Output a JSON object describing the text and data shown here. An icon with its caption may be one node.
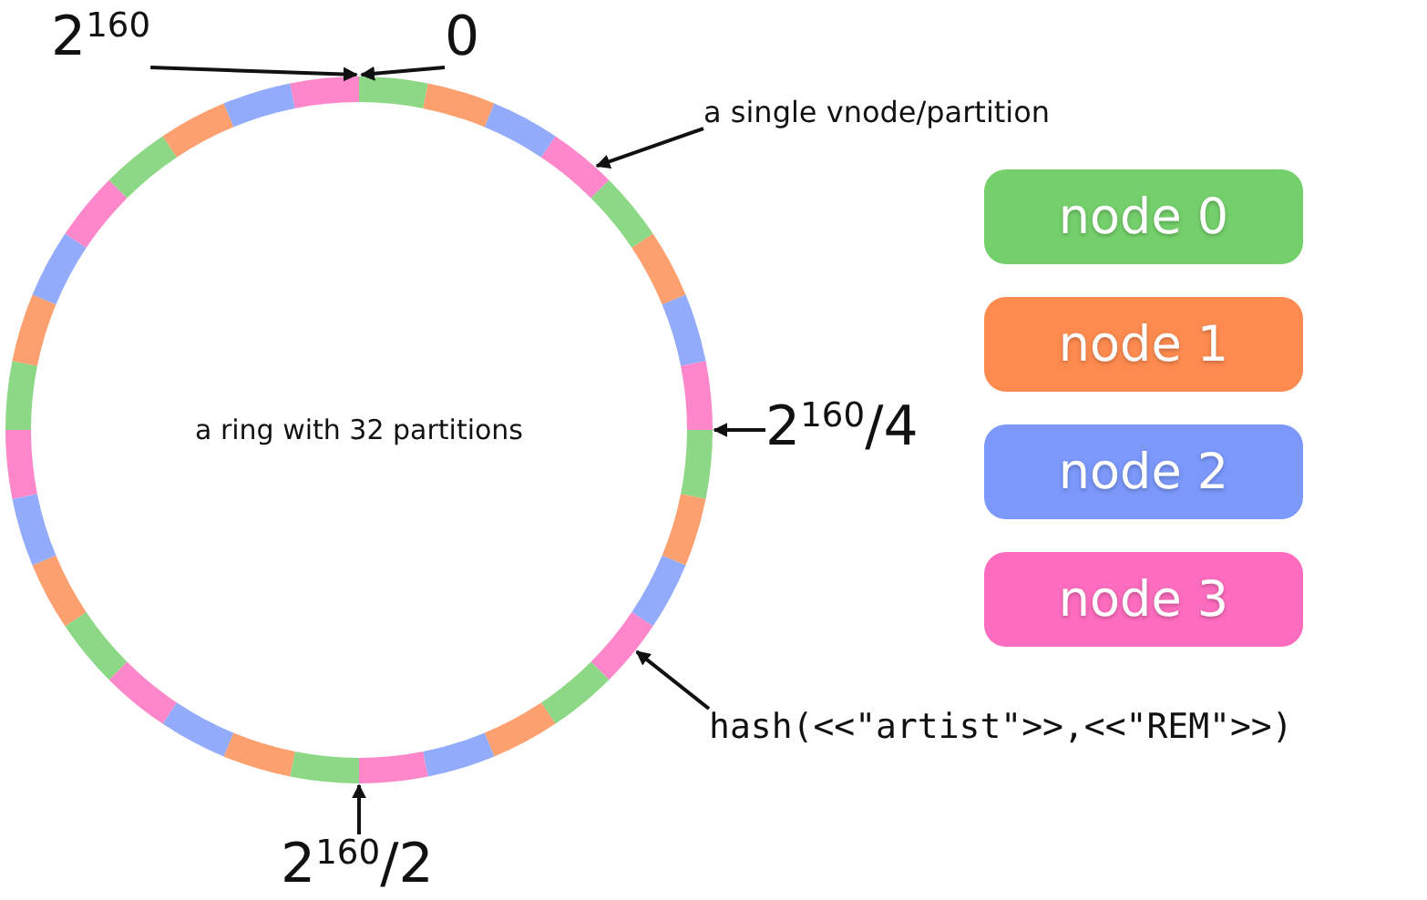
{
  "diagram": {
    "nodes": [
      {
        "text": [
          "a ring with 32 partitions"
        ]
      },
      {
        "text": [
          "2$^{160}$"
        ]
      },
      {
        "text": [
          "0"
        ]
      },
      {
        "text": [
          "a single vnode/partition"
        ]
      },
      {
        "text": [
          "2$^{160}$/4"
        ]
      },
      {
        "text": [
          "hash(<<\"artist\">>,<<\"REM\">>)"
        ]
      },
      {
        "text": [
          "2$^{160}$/2"
        ]
      }
    ],
    "edges": [
      {
        "from": 1,
        "to": 0,
        "arrow": "to"
      },
      {
        "from": 2,
        "to": 0,
        "arrow": "to"
      },
      {
        "from": 3,
        "to": 0,
        "arrow": "to"
      },
      {
        "from": 4,
        "to": 0,
        "arrow": "to"
      },
      {
        "from": 5,
        "to": 0,
        "arrow": "to"
      },
      {
        "from": 6,
        "to": 0,
        "arrow": "to"
      }
    ],
    "legend": [
      {
        "text": "node 0",
        "color": "#74d06b"
      },
      {
        "text": "node 1",
        "color": "#fd8b50"
      },
      {
        "text": "node 2",
        "color": "#7b98fa"
      },
      {
        "text": "node 3",
        "color": "#fd6cbe"
      }
    ]
  }
}
